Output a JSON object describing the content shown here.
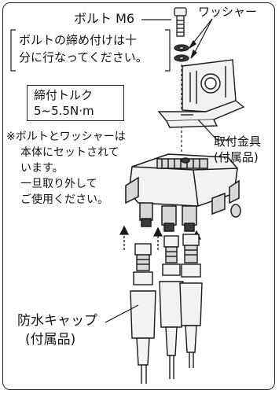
{
  "labels": {
    "bolt": "ボルト M6",
    "washer": "ワッシャー",
    "note_line1": "ボルトの締め付けは十",
    "note_line2": "分に行なってください。",
    "torque_title": "締付トルク",
    "torque_value": "5~5.5N·m",
    "caution_line1": "※ボルトとワッシャーは",
    "caution_line2": "本体にセットされて",
    "caution_line3": "います。",
    "caution_line4": "一旦取り外して",
    "caution_line5": "ご使用ください。",
    "bracket_line1": "取付金具",
    "bracket_line2": "(付属品)",
    "cap_line1": "防水キャップ",
    "cap_line2": "(付属品)"
  },
  "colors": {
    "line": "#1a1a1a",
    "arrow": "#222222",
    "light_fill": "#f2f2f2",
    "mid_fill": "#d8d8d8",
    "dark_fill": "#3a3a3a"
  }
}
